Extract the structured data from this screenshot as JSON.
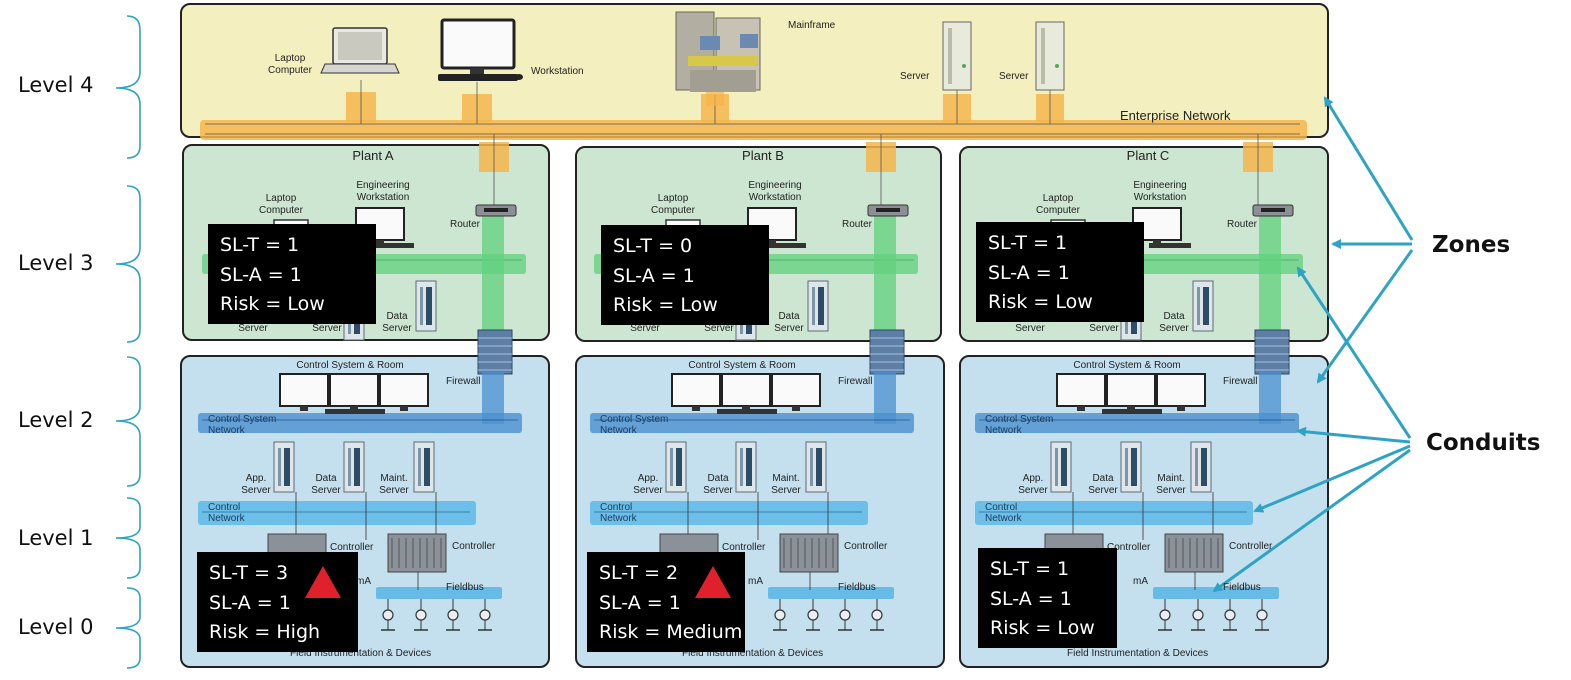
{
  "levels": [
    "Level 4",
    "Level 3",
    "Level 2",
    "Level 1",
    "Level 0"
  ],
  "enterprise": {
    "network_label": "Enterprise Network",
    "devices": {
      "laptop": "Laptop\nComputer",
      "workstation": "Workstation",
      "mainframe": "Mainframe",
      "server1": "Server",
      "server2": "Server"
    }
  },
  "plants": [
    {
      "name": "Plant A",
      "laptop": "Laptop\nComputer",
      "eng_ws": "Engineering\nWorkstation",
      "router": "Router",
      "server_a": "Server",
      "server_b": "Server",
      "data_server": "Data\nServer",
      "firewall": "Firewall",
      "control_room": "Control System & Room",
      "csn": "Control System\nNetwork",
      "app_server": "App.\nServer",
      "l2_data_server": "Data\nServer",
      "maint_server": "Maint.\nServer",
      "control_network": "Control\nNetwork",
      "controller1": "Controller",
      "controller2": "Controller",
      "ma": "mA",
      "fieldbus": "Fieldbus",
      "field_devices": "Field Instrumentation & Devices",
      "upper_box": [
        "SL-T = 1",
        "SL-A = 1",
        "Risk = Low"
      ],
      "lower_box": [
        "SL-T = 3",
        "SL-A = 1",
        "Risk = High"
      ],
      "lower_warning": true
    },
    {
      "name": "Plant B",
      "laptop": "Laptop\nComputer",
      "eng_ws": "Engineering\nWorkstation",
      "router": "Router",
      "server_a": "Server",
      "server_b": "Server",
      "data_server": "Data\nServer",
      "firewall": "Firewall",
      "control_room": "Control System & Room",
      "csn": "Control System\nNetwork",
      "app_server": "App.\nServer",
      "l2_data_server": "Data\nServer",
      "maint_server": "Maint.\nServer",
      "control_network": "Control\nNetwork",
      "controller1": "Controller",
      "controller2": "Controller",
      "ma": "mA",
      "fieldbus": "Fieldbus",
      "field_devices": "Field Instrumentation & Devices",
      "upper_box": [
        "SL-T = 0",
        "SL-A = 1",
        "Risk = Low"
      ],
      "lower_box": [
        "SL-T = 2",
        "SL-A = 1",
        "Risk = Medium"
      ],
      "lower_warning": true
    },
    {
      "name": "Plant C",
      "laptop": "Laptop\nComputer",
      "eng_ws": "Engineering\nWorkstation",
      "router": "Router",
      "server_a": "Server",
      "server_b": "Server",
      "data_server": "Data\nServer",
      "firewall": "Firewall",
      "control_room": "Control System & Room",
      "csn": "Control System\nNetwork",
      "app_server": "App.\nServer",
      "l2_data_server": "Data\nServer",
      "maint_server": "Maint.\nServer",
      "control_network": "Control\nNetwork",
      "controller1": "Controller",
      "controller2": "Controller",
      "ma": "mA",
      "fieldbus": "Fieldbus",
      "field_devices": "Field Instrumentation & Devices",
      "upper_box": [
        "SL-T = 1",
        "SL-A = 1",
        "Risk = Low"
      ],
      "lower_box": [
        "SL-T = 1",
        "SL-A = 1",
        "Risk = Low"
      ],
      "lower_warning": false
    }
  ],
  "callouts": {
    "zones": "Zones",
    "conduits": "Conduits"
  },
  "colors": {
    "enterprise_zone": "#f3efbf",
    "plant_zone": "#cde6d2",
    "control_zone": "#c4e0ee",
    "enterprise_bus": "#f5b54c",
    "plant_bus": "#5fd07c",
    "control_bus": "#4a90d0",
    "arrow": "#2fa3c3",
    "warning": "#e0202a"
  }
}
